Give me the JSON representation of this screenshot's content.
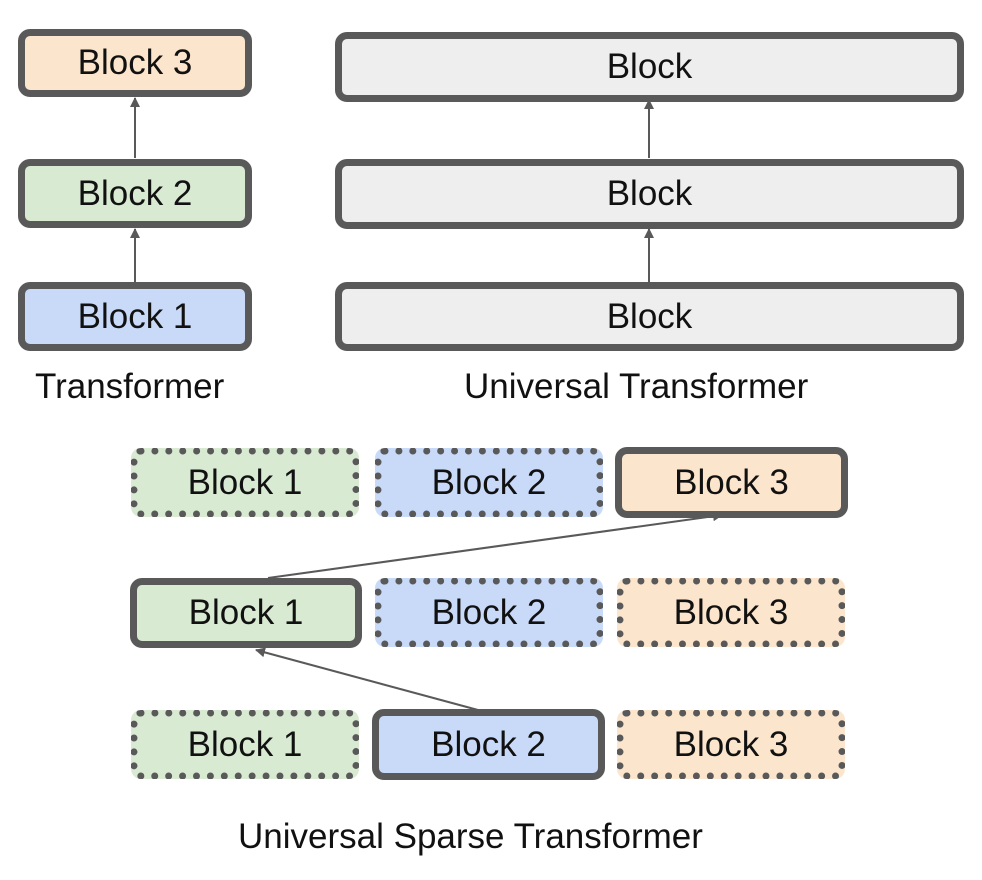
{
  "transformer": {
    "blocks": [
      "Block 3",
      "Block 2",
      "Block 1"
    ],
    "caption": "Transformer"
  },
  "universal_transformer": {
    "blocks": [
      "Block",
      "Block",
      "Block"
    ],
    "caption": "Universal Transformer"
  },
  "universal_sparse_transformer": {
    "rows": [
      [
        "Block 1",
        "Block 2",
        "Block 3"
      ],
      [
        "Block 1",
        "Block 2",
        "Block 3"
      ],
      [
        "Block 1",
        "Block 2",
        "Block 3"
      ]
    ],
    "caption": "Universal Sparse Transformer"
  },
  "colors": {
    "border": "#595959",
    "green": "#d9ead3",
    "blue": "#c9daf8",
    "orange": "#fce5cd",
    "grey": "#eeeeee"
  }
}
